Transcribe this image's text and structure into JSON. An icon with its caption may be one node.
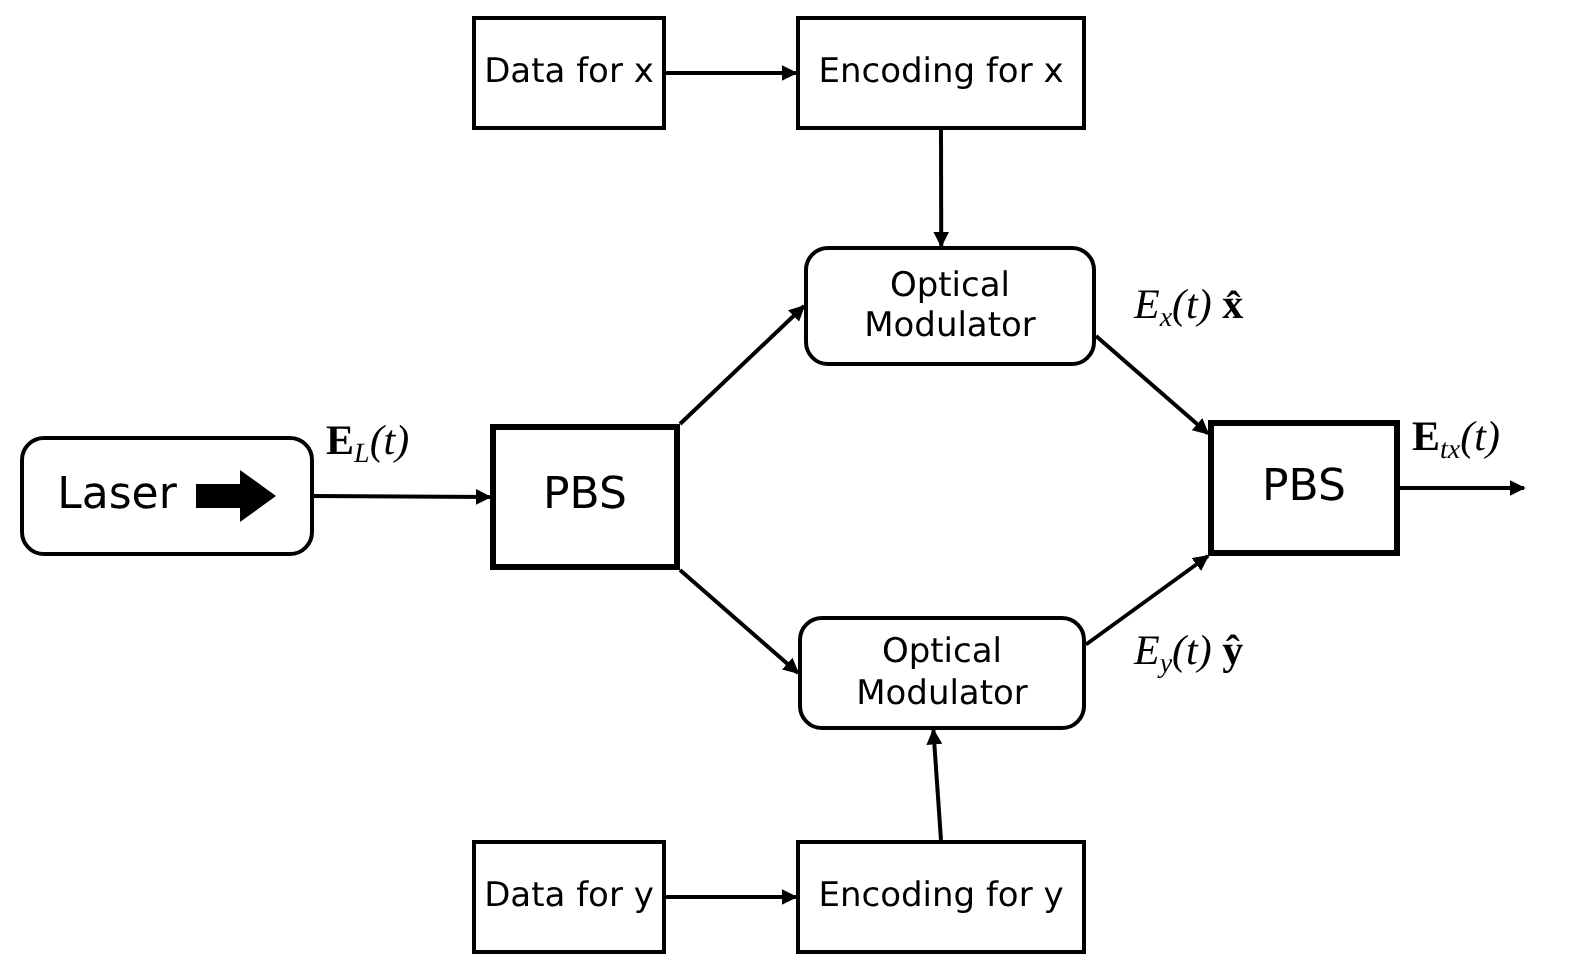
{
  "diagram": {
    "nodes": [
      {
        "text": [
          "Laser"
        ]
      },
      {
        "text": [
          "PBS"
        ]
      },
      {
        "text": [
          "Data for x"
        ]
      },
      {
        "text": [
          "Encoding for x"
        ]
      },
      {
        "text": [
          "Optical Modulator"
        ]
      },
      {
        "text": [
          "Data for y"
        ]
      },
      {
        "text": [
          "Encoding for y"
        ]
      },
      {
        "text": [
          "Optical Modulator"
        ]
      },
      {
        "text": [
          "PBS"
        ]
      }
    ],
    "edges": [
      {
        "from": 0,
        "to": 1,
        "arrow": "to",
        "label": "**E**$_{L}$(t)"
      },
      {
        "from": 1,
        "to": 4,
        "arrow": "to"
      },
      {
        "from": 1,
        "to": 7,
        "arrow": "to"
      },
      {
        "from": 2,
        "to": 3,
        "arrow": "to"
      },
      {
        "from": 3,
        "to": 4,
        "arrow": "to"
      },
      {
        "from": 5,
        "to": 6,
        "arrow": "to"
      },
      {
        "from": 6,
        "to": 7,
        "arrow": "to"
      },
      {
        "from": 4,
        "to": 8,
        "arrow": "to",
        "label": "E$_{x}$(t) **x̂**"
      },
      {
        "from": 7,
        "to": 8,
        "arrow": "to",
        "label": "E$_{y}$(t) **ŷ**"
      },
      {
        "from": 8,
        "to": null,
        "arrow": "to",
        "label": "**E**$_{tx}$(t)"
      }
    ]
  }
}
